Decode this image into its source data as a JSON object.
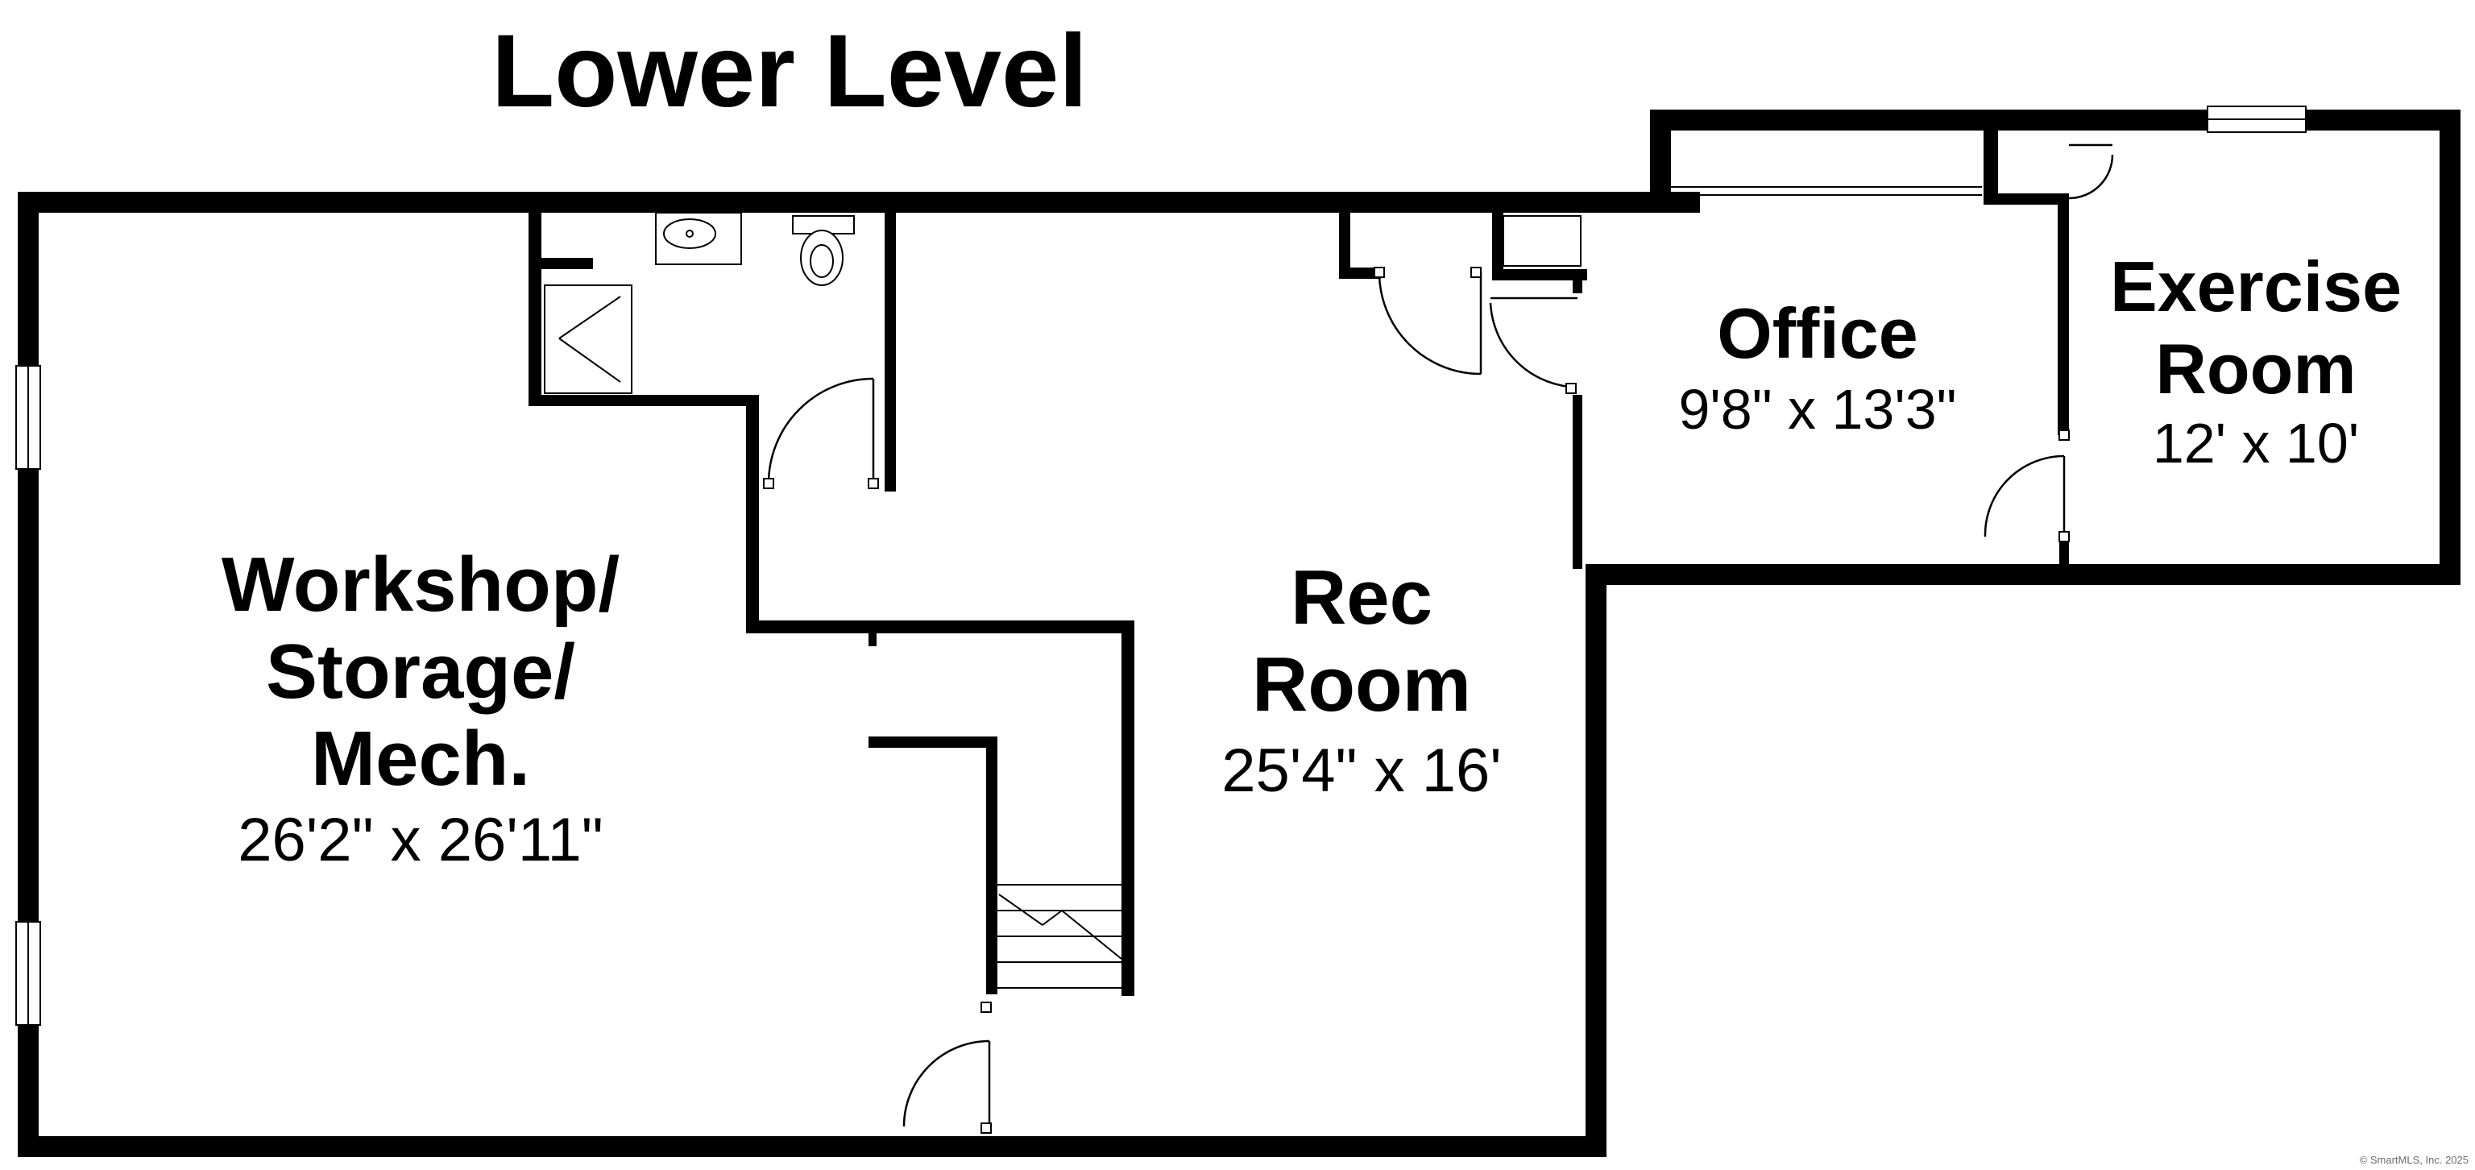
{
  "plan": {
    "title": "Lower Level",
    "copyright": "© SmartMLS, Inc. 2025"
  },
  "rooms": {
    "workshop": {
      "name_line1": "Workshop/",
      "name_line2": "Storage/",
      "name_line3": "Mech.",
      "dimensions": "26'2\" x 26'11\""
    },
    "rec_room": {
      "name_line1": "Rec",
      "name_line2": "Room",
      "dimensions": "25'4\" x 16'"
    },
    "office": {
      "name": "Office",
      "dimensions": "9'8\" x 13'3\""
    },
    "exercise_room": {
      "name_line1": "Exercise",
      "name_line2": "Room",
      "dimensions": "12' x 10'"
    }
  }
}
